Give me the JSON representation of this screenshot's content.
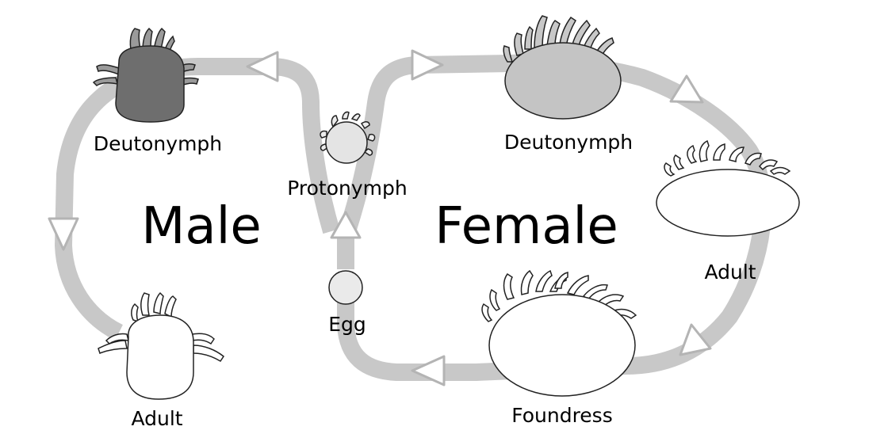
{
  "diagram": {
    "section_labels": {
      "male": "Male",
      "female": "Female"
    },
    "stage_labels": {
      "male_deutonymph": "Deutonymph",
      "male_adult": "Adult",
      "protonymph": "Protonymph",
      "egg": "Egg",
      "female_deutonymph": "Deutonymph",
      "female_adult": "Adult",
      "foundress": "Foundress"
    },
    "colors": {
      "arrow_path": "#c8c8c8",
      "arrow_head": "#ffffff",
      "male_deutonymph_fill": "#6e6e6e",
      "female_deutonymph_fill": "#c4c4c4",
      "nymph_fill": "#e4e4e4",
      "adult_fill": "#ffffff",
      "outline": "#222222"
    }
  }
}
